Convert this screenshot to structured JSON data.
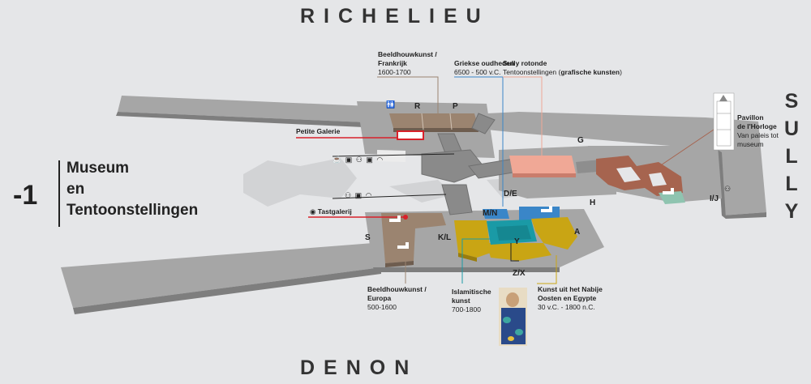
{
  "wings": {
    "north": "RICHELIEU",
    "south": "DENON",
    "east": "SULLY"
  },
  "level": {
    "number": "-1",
    "title_lines": [
      "Museum",
      "en",
      "Tentoonstellingen"
    ]
  },
  "labels": {
    "beeld_frankrijk": {
      "title": "Beeldhouwkunst / Frankrijk",
      "title_l1": "Beeldhouwkunst /",
      "title_l2": "Frankrijk",
      "dates": "1600-1700"
    },
    "griekse": {
      "title": "Griekse oudheden",
      "dates": "6500 - 500 v.C."
    },
    "sully_rotonde": {
      "title": "Sully rotonde",
      "sub_prefix": "Tentoonstellingen (",
      "sub_bold": "grafische kunsten",
      "sub_suffix": ")"
    },
    "pavillon": {
      "l1": "Pavillon",
      "l2": "de l'Horloge",
      "l3": "Van paleis tot",
      "l4": "museum"
    },
    "petite_galerie": "Petite Galerie",
    "tastgalerij": "Tastgalerij",
    "beeld_europa": {
      "l1": "Beeldhouwkunst /",
      "l2": "Europa",
      "dates": "500-1600"
    },
    "islamitische": {
      "l1": "Islamitische",
      "l2": "kunst",
      "dates": "700-1800"
    },
    "nabije_oosten": {
      "l1": "Kunst uit het Nabije",
      "l2": "Oosten en Egypte",
      "dates": "30 v.C. - 1800 n.C."
    }
  },
  "access_letters": {
    "R": "R",
    "P": "P",
    "G": "G",
    "H": "H",
    "DE": "D/E",
    "MN": "M/N",
    "S": "S",
    "KL": "K/L",
    "A": "A",
    "IJ": "I/J",
    "ZX": "Z/X",
    "Y": "Y"
  },
  "amenity_icons": [
    "toilet-icon",
    "elevator-icon",
    "stroller-icon",
    "wheelchair-icon",
    "cafe-icon",
    "cloakroom-icon",
    "gift-shop-icon",
    "audio-guide-icon"
  ],
  "colors": {
    "background": "#e5e6e8",
    "floor": "#9a9a9a",
    "beeldhouwkunst": "#9b8470",
    "griekse": "#3a86c8",
    "sully_rotonde": "#f0a896",
    "pavillon": "#a6644f",
    "petite_galerie": "#d8212a",
    "islamitische": "#1a9aa6",
    "nabije_oosten": "#c9a514",
    "ground_ghost": "#d2d3d5"
  }
}
